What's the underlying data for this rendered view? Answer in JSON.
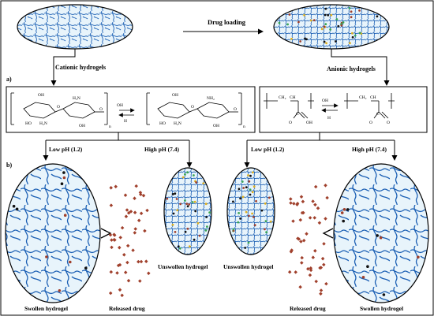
{
  "top": {
    "arrow_label": "Drug loading"
  },
  "branches": {
    "cationic_label": "Cationic hydrogels",
    "anionic_label": "Anionic hydrogels"
  },
  "panels": {
    "a_label": "a)",
    "b_label": "b)"
  },
  "chitosan": {
    "oh_ion": "OH",
    "h_ion": "H",
    "group_oh": "OH",
    "group_h3n": "H₃N",
    "group_h2n": "H₂N",
    "group_ho": "HO",
    "group_h2": "H₂N",
    "group_nh2": "NH₂",
    "ring_o": "O",
    "n_sub": "n"
  },
  "polyacrylate": {
    "oh_ion": "OH",
    "h_ion": "H",
    "ch2": "CH₂",
    "ch": "CH",
    "c": "C",
    "o": "O",
    "oh": "OH",
    "o_minus": "O"
  },
  "ph": {
    "low_left": "Low pH (1.2)",
    "high_left": "High pH (7.4)",
    "low_right": "Low pH (1.2)",
    "high_right": "High pH (7.4)"
  },
  "captions": {
    "swollen_left": "Swollen hydrogel",
    "released_left": "Released drug",
    "unswollen_mid_left": "Unswollen hydrogel",
    "unswollen_mid_right": "Unswollen hydrogel",
    "released_right": "Released drug",
    "swollen_right": "Swollen hydrogel"
  },
  "colors": {
    "network": "#1b5fb4",
    "network_light": "#3f8fe0",
    "fill": "#e8f4fb",
    "drug": "#a0402c",
    "dot_green": "#3aa655",
    "dot_yellow": "#e0b020",
    "dot_black": "#111111"
  }
}
